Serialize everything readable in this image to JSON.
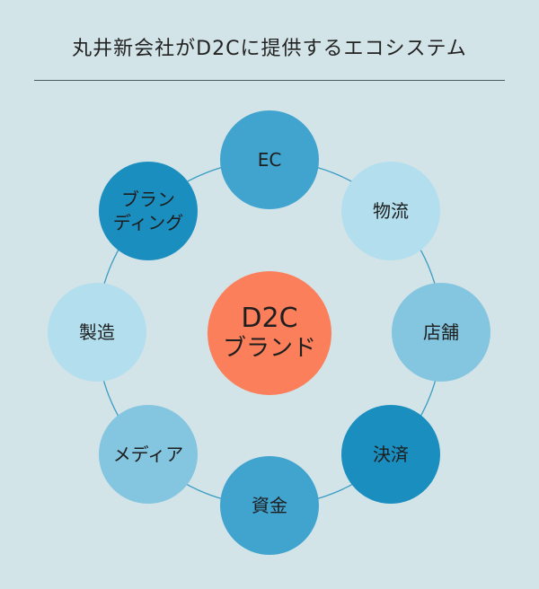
{
  "title": "丸井新会社がD2Cに提供するエコシステム",
  "center": {
    "line1": "D2C",
    "line2": "ブランド",
    "color": "#fb7f5a"
  },
  "ring_color": "#3a9cc4",
  "nodes": [
    {
      "label": "EC",
      "color": "#41a4cf"
    },
    {
      "label": "物流",
      "color": "#b3deee"
    },
    {
      "label": "店舗",
      "color": "#84c5e0"
    },
    {
      "label": "決済",
      "color": "#1b8ec0"
    },
    {
      "label": "資金",
      "color": "#41a4cf"
    },
    {
      "label": "メディア",
      "color": "#84c5e0"
    },
    {
      "label": "製造",
      "color": "#b3deee"
    },
    {
      "label": "ブラン\nディング",
      "color": "#1b8ec0"
    }
  ]
}
